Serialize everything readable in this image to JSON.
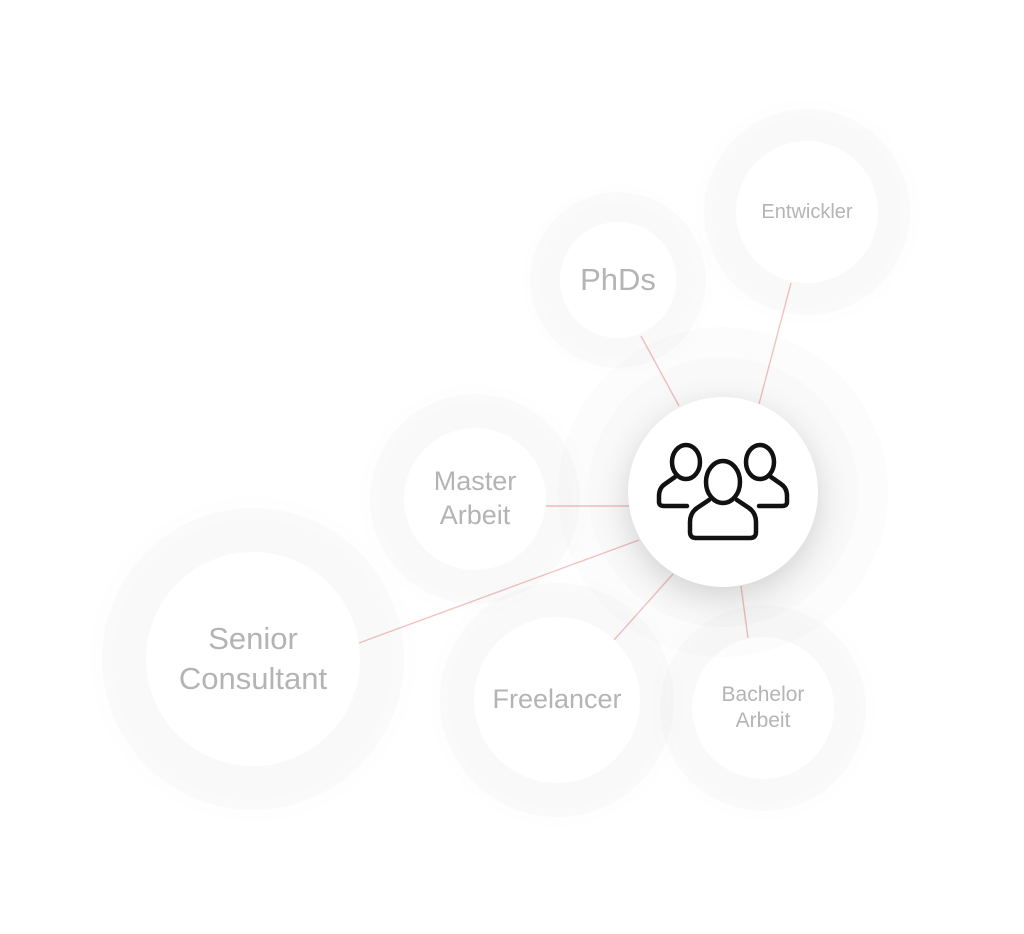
{
  "diagram": {
    "hub": {
      "icon": "group-people-icon"
    },
    "nodes": {
      "phds": {
        "lines": [
          "PhDs"
        ]
      },
      "entwickler": {
        "lines": [
          "Entwickler"
        ]
      },
      "master": {
        "lines": [
          "Master",
          "Arbeit"
        ]
      },
      "senior": {
        "lines": [
          "Senior",
          "Consultant"
        ]
      },
      "freelancer": {
        "lines": [
          "Freelancer"
        ]
      },
      "bachelor": {
        "lines": [
          "Bachelor",
          "Arbeit"
        ]
      }
    },
    "connections": [
      "phds",
      "entwickler",
      "master",
      "senior",
      "freelancer",
      "bachelor"
    ],
    "colors": {
      "connector": "#f2c4c4",
      "label": "#b4b4b4",
      "icon": "#111111",
      "background": "#ffffff"
    }
  }
}
